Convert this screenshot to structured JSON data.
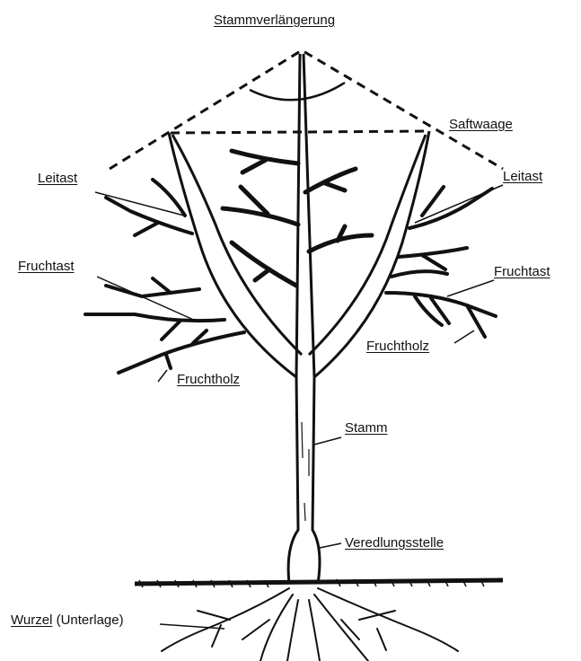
{
  "labels": {
    "stammverlaengerung": "Stammverlängerung",
    "saftwaage": "Saftwaage",
    "leitast_left": "Leitast",
    "leitast_right": "Leitast",
    "fruchtast_left": "Fruchtast",
    "fruchtast_right": "Fruchtast",
    "fruchtholz_left": "Fruchtholz",
    "fruchtholz_right": "Fruchtholz",
    "stamm": "Stamm",
    "veredlungsstelle": "Veredlungsstelle",
    "wurzel": "Wurzel",
    "unterlage": "(Unterlage)"
  },
  "colors": {
    "ink": "#111111",
    "background": "#ffffff"
  }
}
